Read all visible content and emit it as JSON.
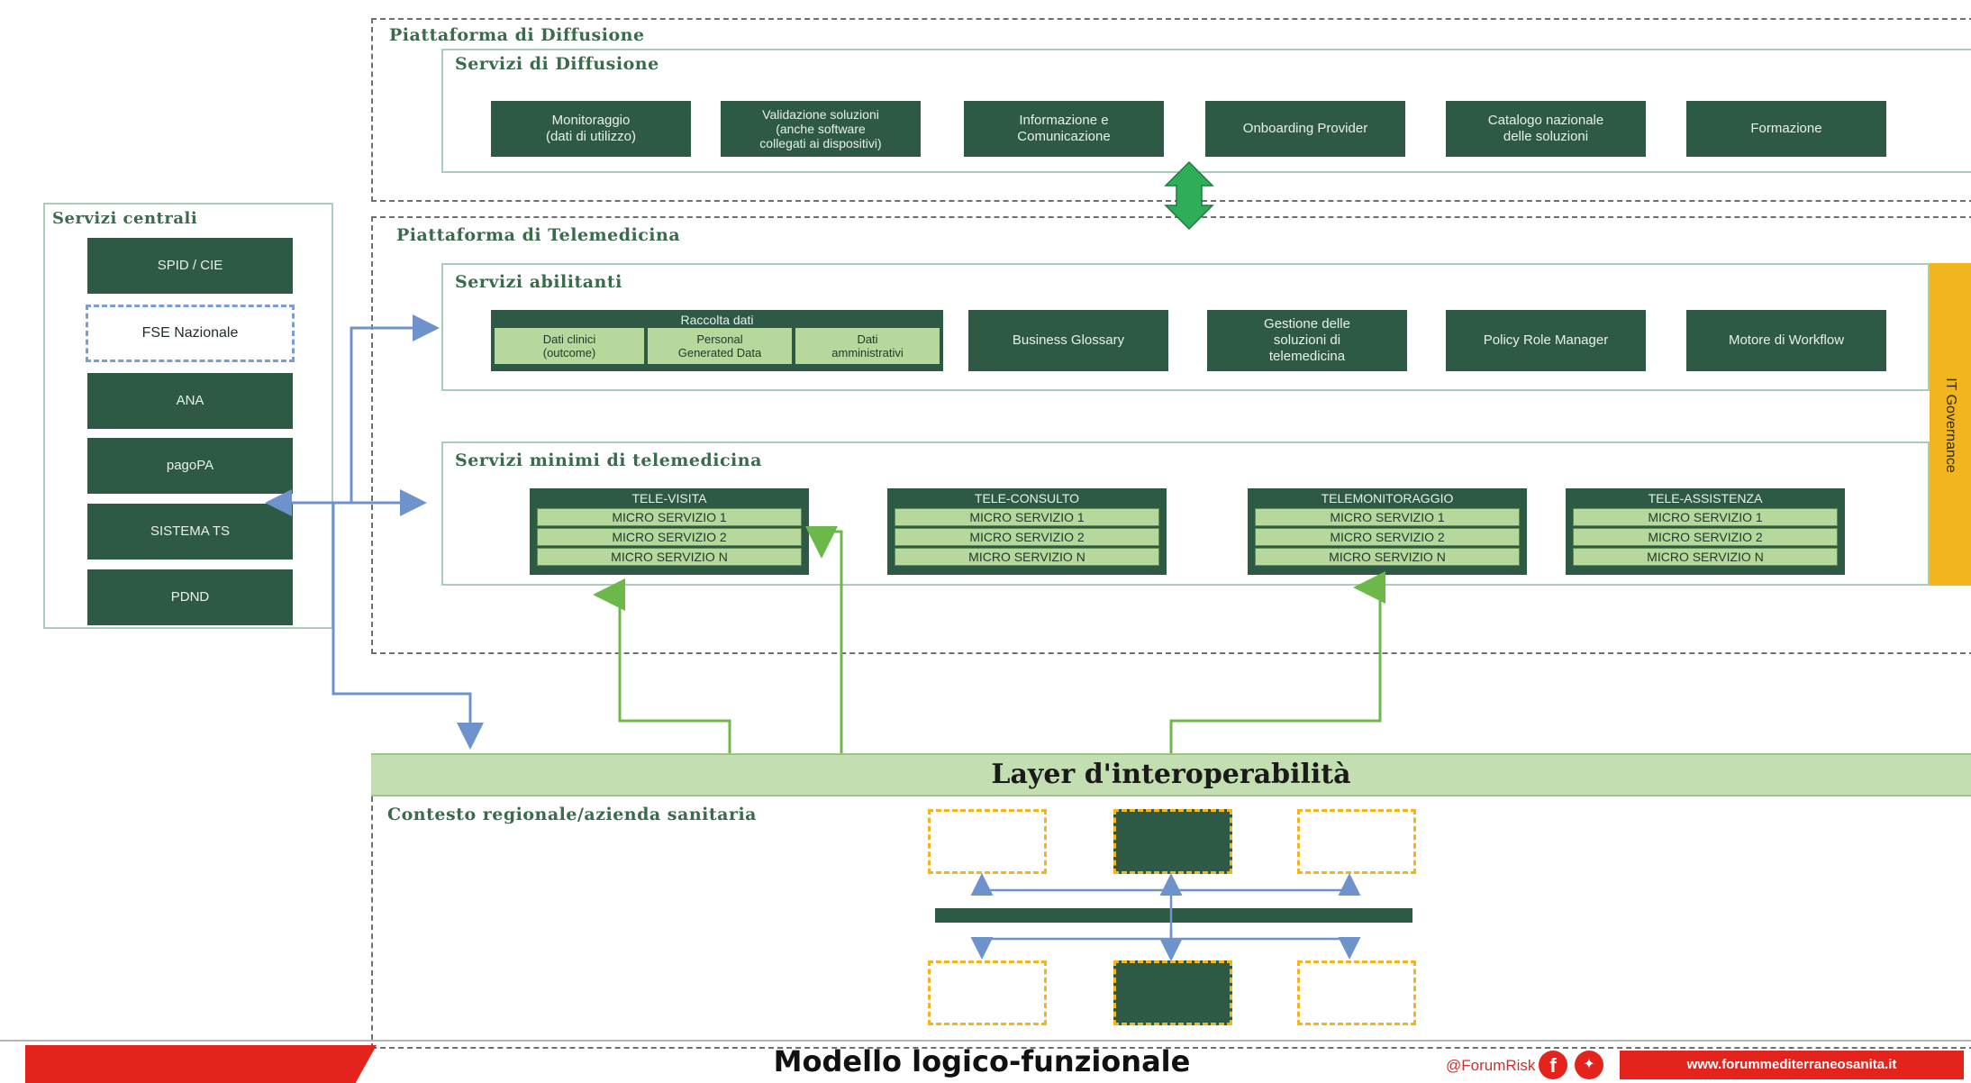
{
  "diffusione": {
    "platform_title": "Piattaforma di Diffusione",
    "services_title": "Servizi di Diffusione",
    "boxes": [
      "Monitoraggio\n(dati di utilizzo)",
      "Validazione soluzioni\n(anche software\ncollegati ai dispositivi)",
      "Informazione e\nComunicazione",
      "Onboarding Provider",
      "Catalogo nazionale\ndelle soluzioni",
      "Formazione"
    ]
  },
  "centrali": {
    "title": "Servizi centrali",
    "items": [
      "SPID / CIE",
      "FSE Nazionale",
      "ANA",
      "pagoPA",
      "SISTEMA TS",
      "PDND"
    ]
  },
  "telemedicina": {
    "platform_title": "Piattaforma di Telemedicina",
    "abilitanti_title": "Servizi abilitanti",
    "raccolta": {
      "title": "Raccolta dati",
      "subs": [
        "Dati clinici\n(outcome)",
        "Personal\nGenerated Data",
        "Dati\namministrativi"
      ]
    },
    "abilitanti_boxes": [
      "Business Glossary",
      "Gestione delle\nsoluzioni di\ntelemedicina",
      "Policy Role Manager",
      "Motore di Workflow"
    ],
    "minimi_title": "Servizi minimi di telemedicina",
    "services": [
      {
        "title": "TELE-VISITA",
        "micro": [
          "MICRO SERVIZIO 1",
          "MICRO SERVIZIO 2",
          "MICRO SERVIZIO N"
        ]
      },
      {
        "title": "TELE-CONSULTO",
        "micro": [
          "MICRO SERVIZIO 1",
          "MICRO SERVIZIO 2",
          "MICRO SERVIZIO N"
        ]
      },
      {
        "title": "TELEMONITORAGGIO",
        "micro": [
          "MICRO SERVIZIO 1",
          "MICRO SERVIZIO 2",
          "MICRO SERVIZIO N"
        ]
      },
      {
        "title": "TELE-ASSISTENZA",
        "micro": [
          "MICRO SERVIZIO 1",
          "MICRO SERVIZIO 2",
          "MICRO SERVIZIO N"
        ]
      }
    ],
    "governance": "IT Governance"
  },
  "layer": {
    "label": "Layer d'interoperabilità"
  },
  "contesto": {
    "title": "Contesto regionale/azienda sanitaria"
  },
  "footer": {
    "title": "Modello logico-funzionale",
    "handle": "@ForumRisk",
    "url": "www.forummediterraneosanita.it"
  },
  "colors": {
    "dark_green": "#2e5a45",
    "light_green": "#b6d89c",
    "layer_green": "#c3dfb1",
    "blue_arrow": "#6e93cc",
    "green_arrow": "#6db84a",
    "gold": "#f2b51d",
    "red": "#e3231c"
  }
}
